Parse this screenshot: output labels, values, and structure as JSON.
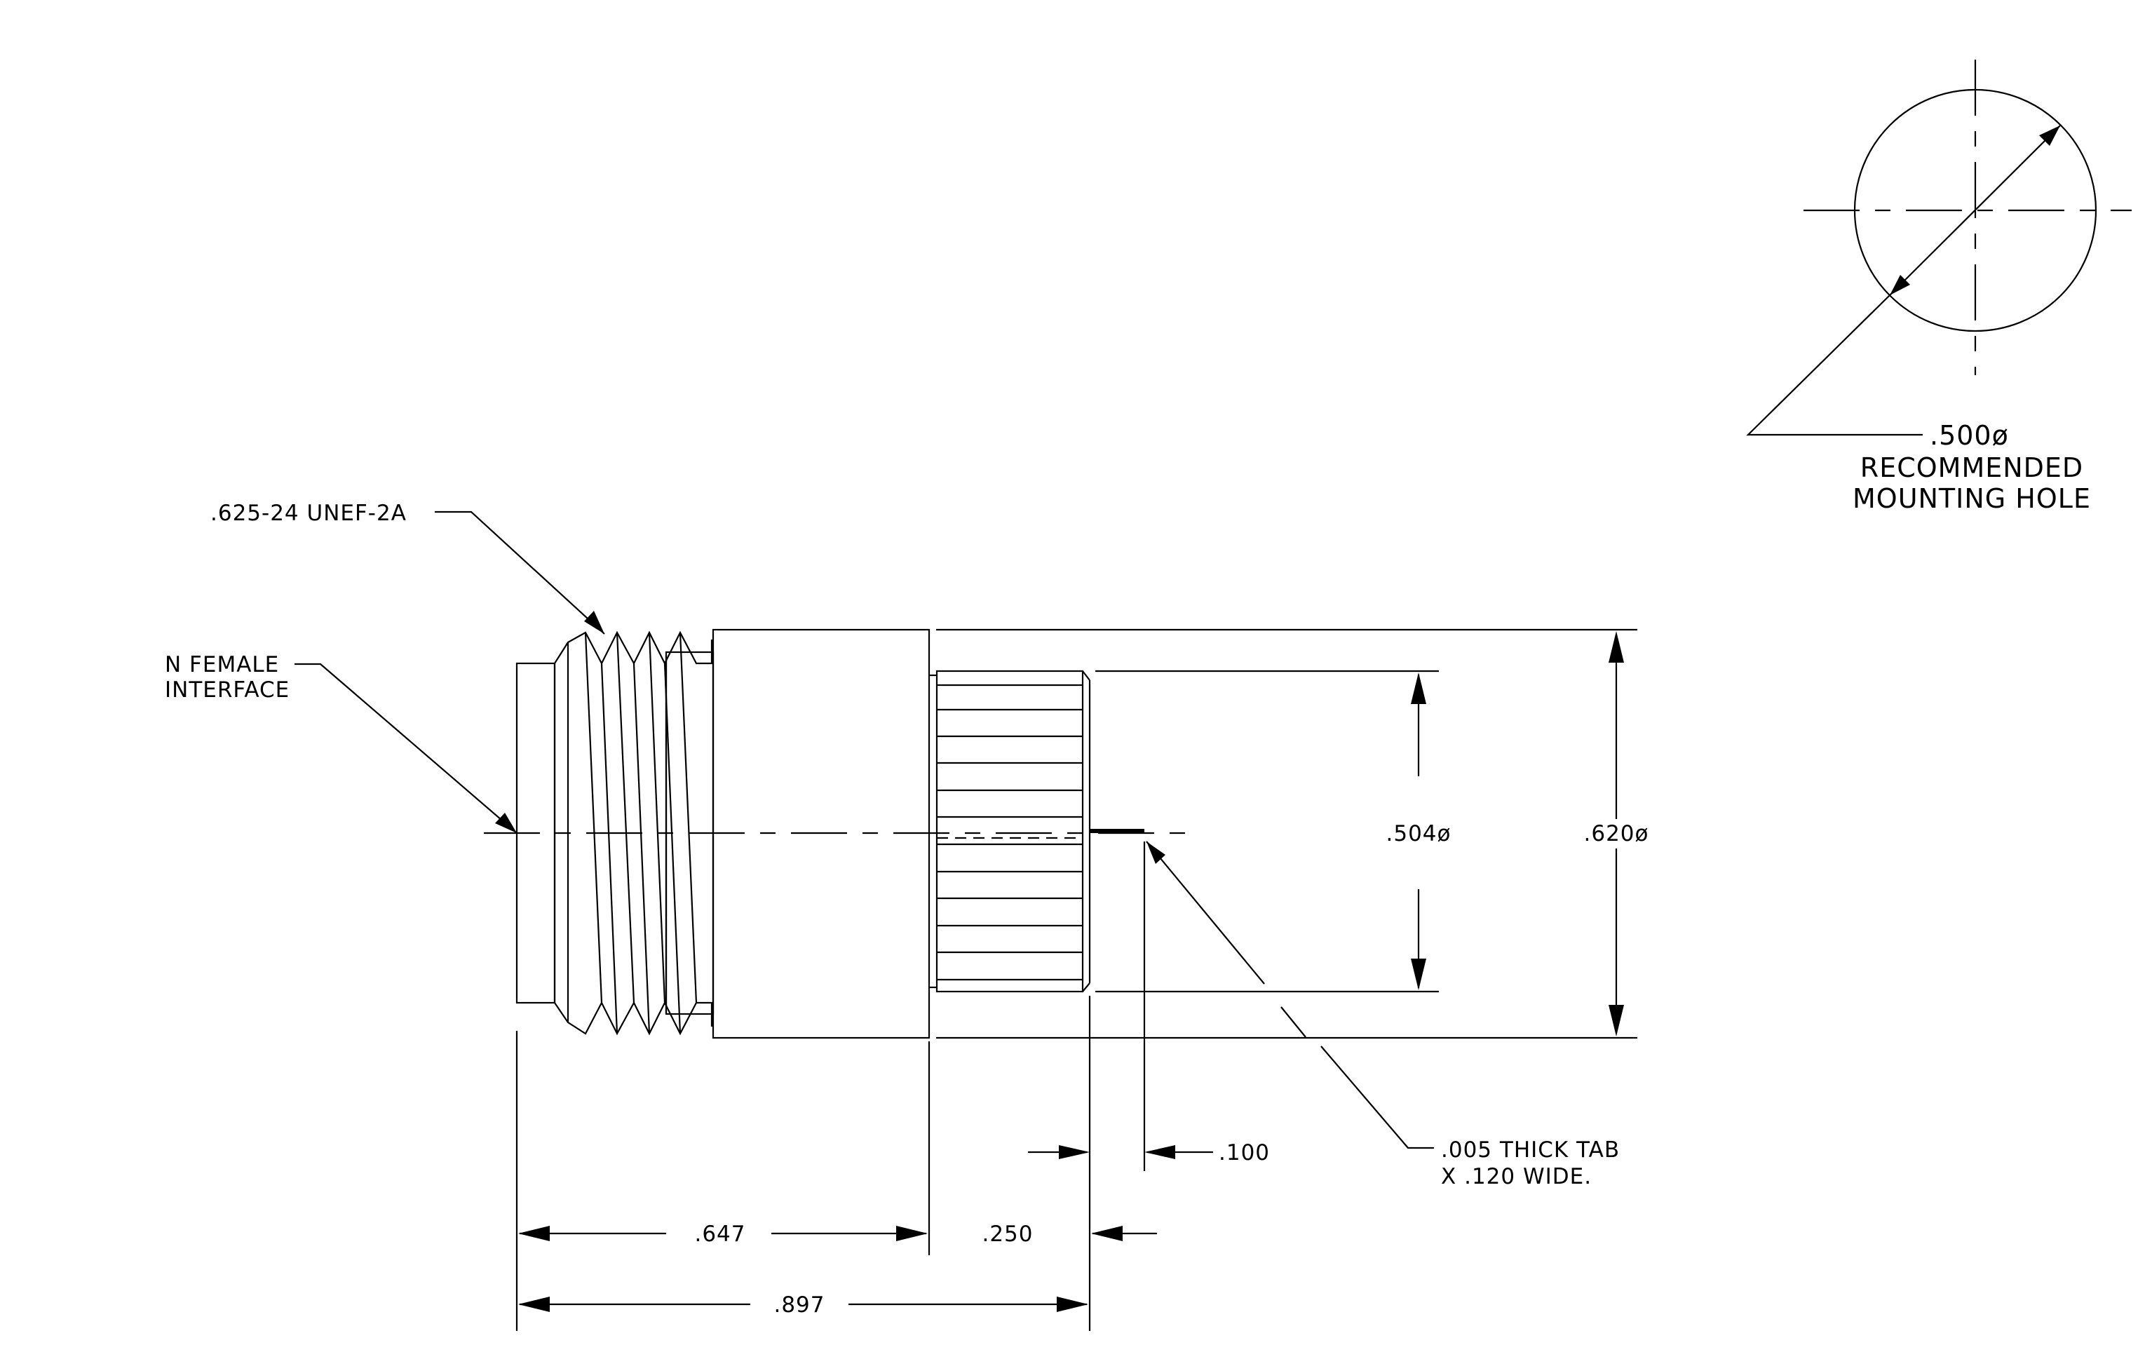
{
  "callouts": {
    "thread": ".625-24 UNEF-2A",
    "interface_line1": "N FEMALE",
    "interface_line2": "INTERFACE",
    "tab_line1": ".005 THICK TAB",
    "tab_line2": "X .120 WIDE.",
    "hole_dia": ".500ø",
    "hole_line1": "RECOMMENDED",
    "hole_line2": "MOUNTING HOLE"
  },
  "dimensions": {
    "flange_dia": ".620ø",
    "knurl_dia": ".504ø",
    "body_length": ".647",
    "knurl_length": ".250",
    "overall_length": ".897",
    "tab_offset": ".100"
  }
}
